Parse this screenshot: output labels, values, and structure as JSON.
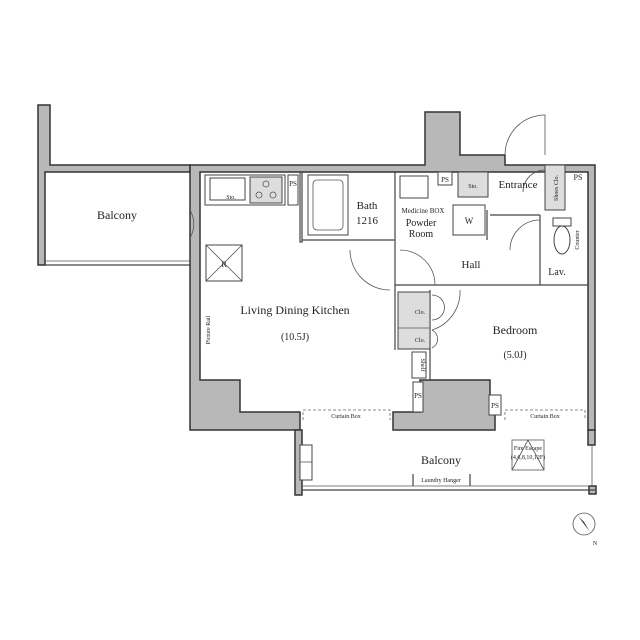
{
  "rooms": {
    "balcony_left": "Balcony",
    "ldk": "Living Dining Kitchen",
    "ldk_size": "(10.5J)",
    "bath": "Bath",
    "bath_size": "1216",
    "medicine_box": "Medicine BOX",
    "powder_room_1": "Powder",
    "powder_room_2": "Room",
    "entrance": "Entrance",
    "hall": "Hall",
    "lav": "Lav.",
    "bedroom": "Bedroom",
    "bedroom_size": "(5.0J)",
    "balcony_bottom": "Balcony"
  },
  "labels": {
    "sto": "Sto.",
    "sto_kitchen": "Sto.",
    "ps": "PS",
    "w": "W",
    "shoes_clo": "Shoes Clo.",
    "counter": "Counter",
    "clo": "Clo.",
    "shelf": "Shelf",
    "picture_rail": "Picture Rail",
    "r": "R",
    "curtain_box": "Curtain Box",
    "laundry_hanger": "Laundry Hanger",
    "fire_escape": "Fire Escape",
    "fire_escape_floors": "(4,6,8,10,12F)",
    "north": "N"
  }
}
